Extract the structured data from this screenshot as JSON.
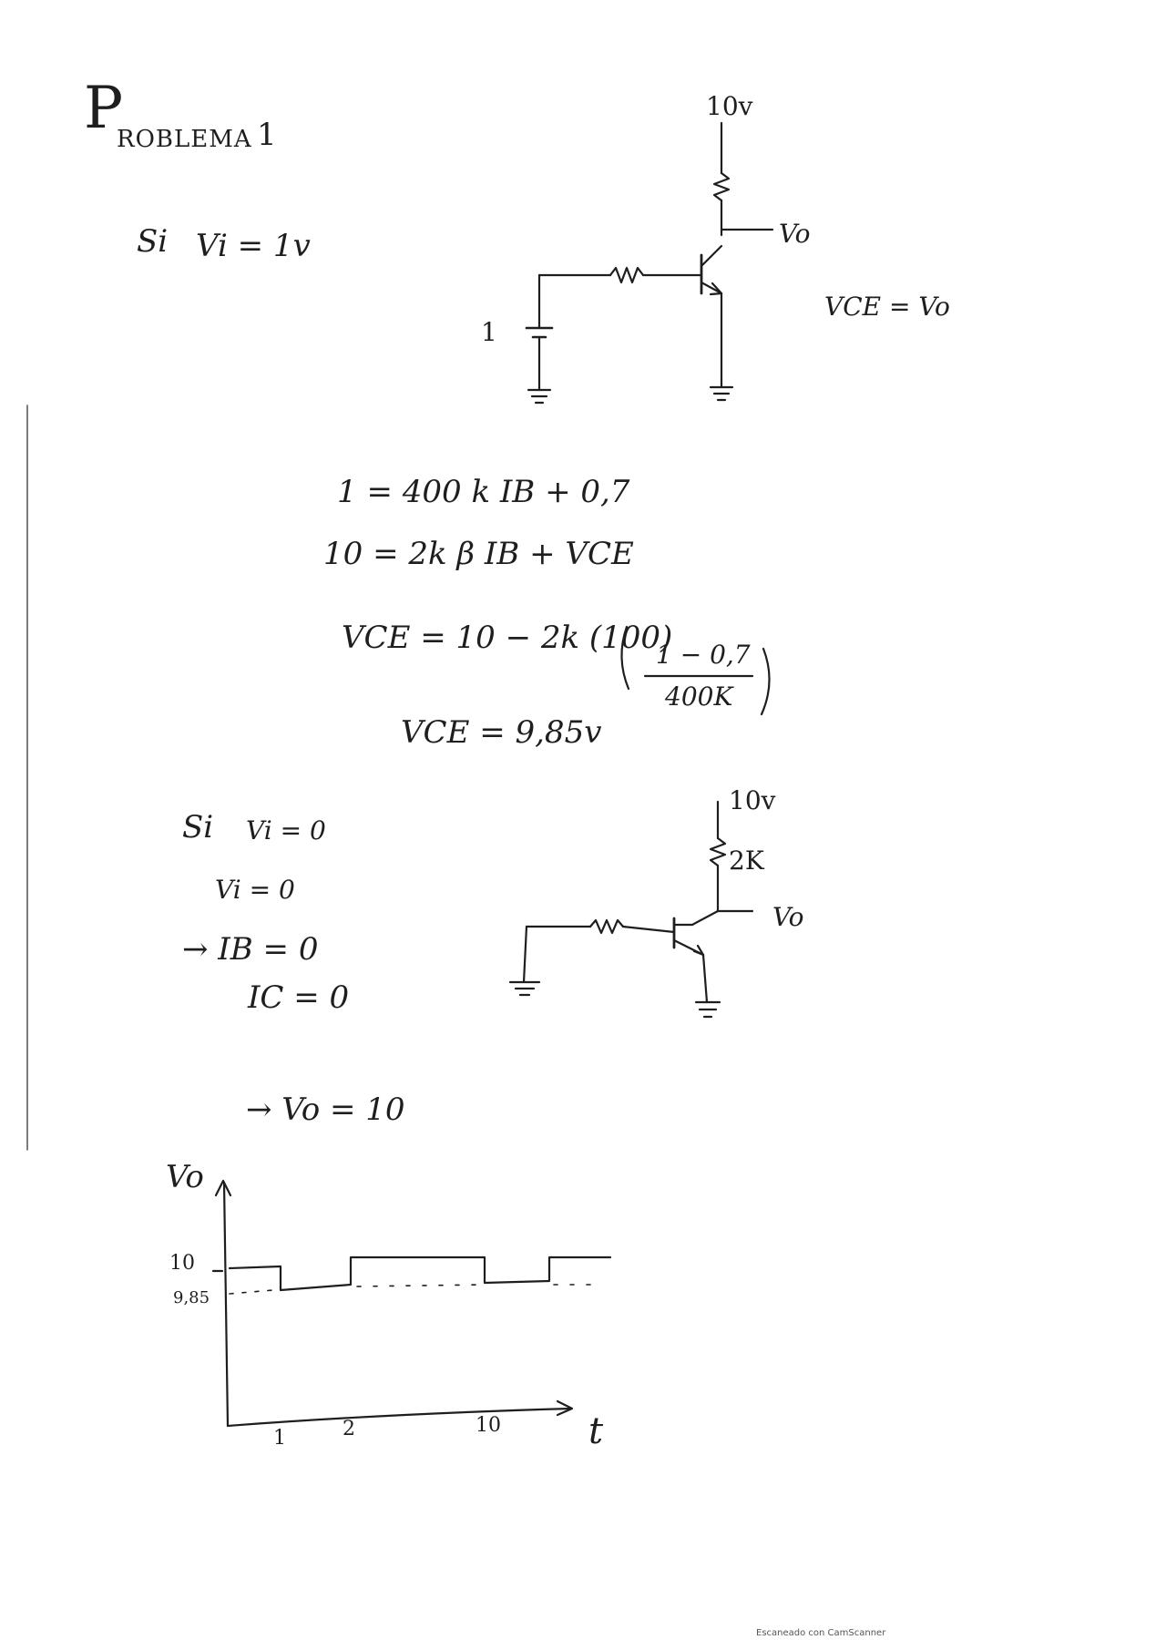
{
  "title": {
    "big_letter": "P",
    "rest": "ROBLEMA",
    "number": "1"
  },
  "case1": {
    "condition_prefix": "Si",
    "condition": "Vi = 1v",
    "circuit": {
      "supply": "10v",
      "source": "1",
      "output": "Vo",
      "note": "VCE = Vo"
    },
    "equations": [
      "1  =  400 k IB + 0,7",
      "10  =  2k β IB  +  VCE",
      "VCE  =  10 − 2k (100)",
      "VCE  =  9,85v"
    ],
    "fraction": {
      "numerator": "1 − 0,7",
      "denominator": "400K"
    }
  },
  "case2": {
    "condition_prefix": "Si",
    "condition": "Vi = 0",
    "lines": [
      "Vi = 0",
      "→  IB = 0",
      "IC = 0"
    ],
    "circuit": {
      "supply": "10v",
      "resistor": "2K",
      "output": "Vo"
    },
    "result": "→ Vo = 10"
  },
  "graph": {
    "y_axis_label": "Vo",
    "x_axis_label": "t",
    "y_ticks": [
      "10",
      "9,85"
    ],
    "x_ticks": [
      "1",
      "2",
      "10"
    ]
  },
  "footer": "Escaneado con CamScanner"
}
